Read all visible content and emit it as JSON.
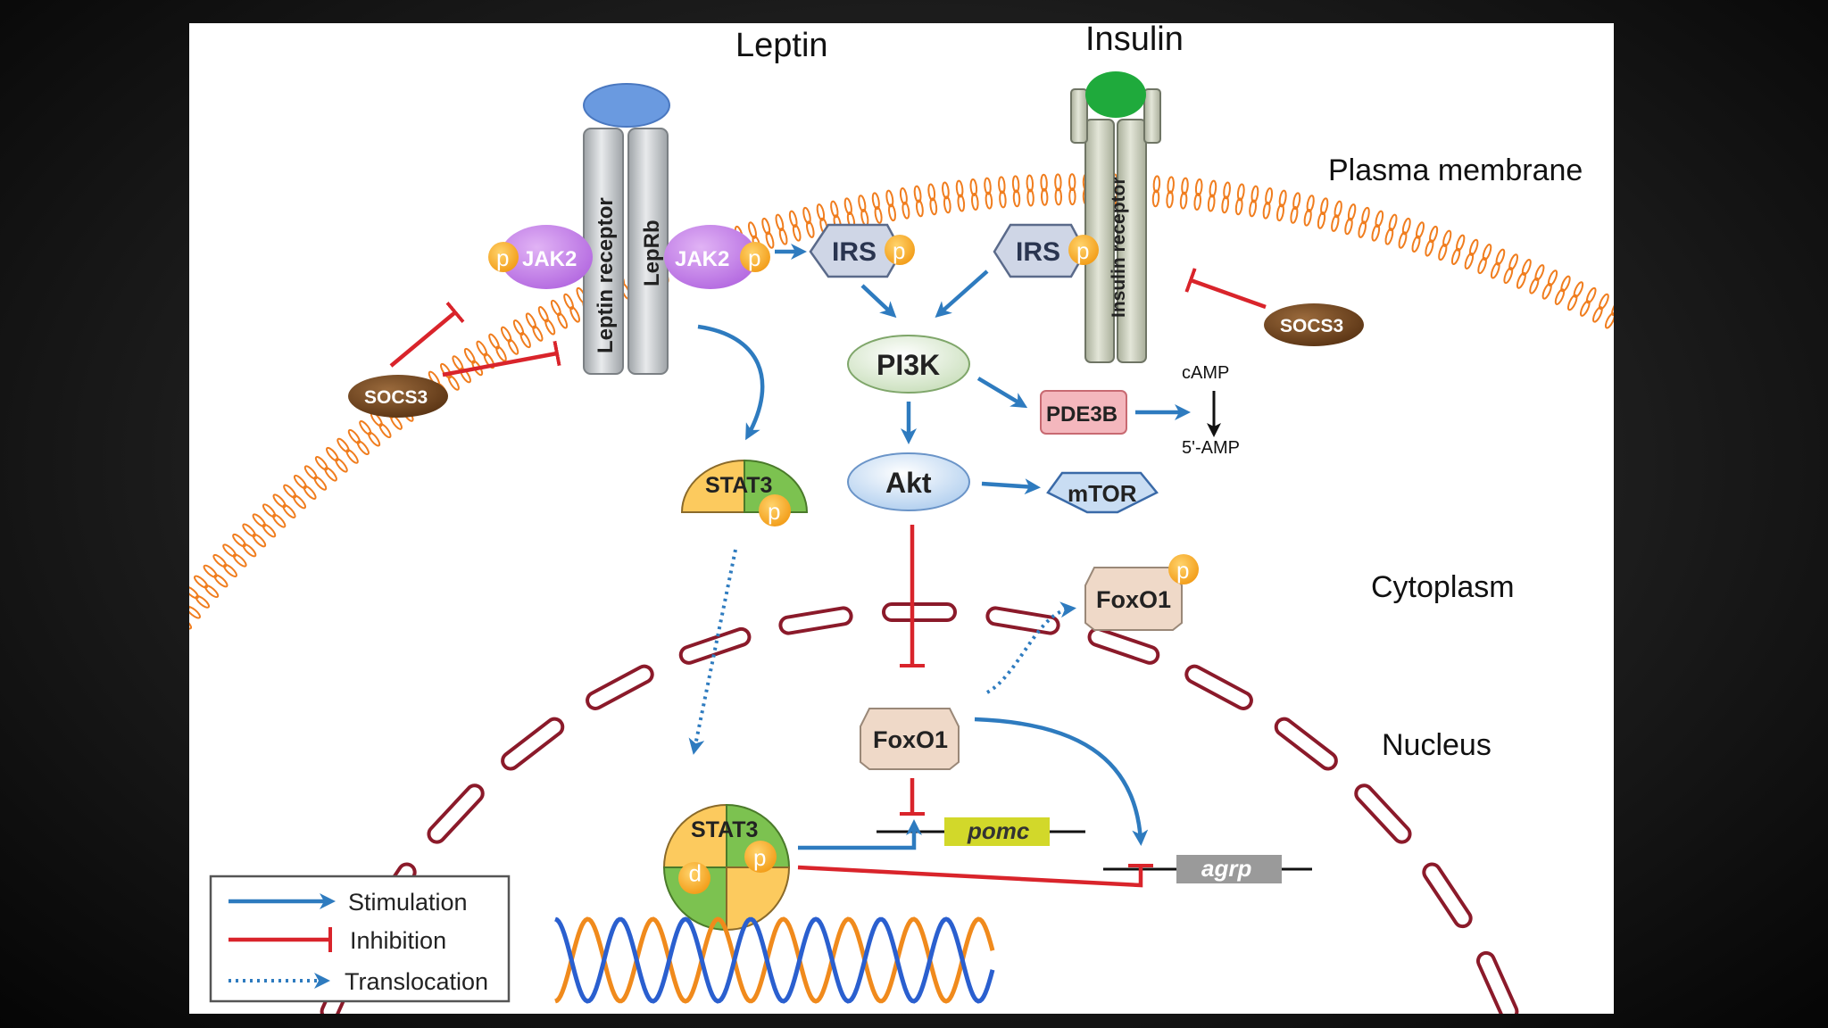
{
  "labels": {
    "leptin": "Leptin",
    "insulin": "Insulin",
    "plasma_membrane": "Plasma membrane",
    "cytoplasm": "Cytoplasm",
    "nucleus": "Nucleus",
    "leptin_receptor": "Leptin receptor",
    "leprb": "LepRb",
    "insulin_receptor": "Insulin receptor",
    "jak2": "JAK2",
    "irs": "IRS",
    "socs3": "SOCS3",
    "pi3k": "PI3K",
    "pde3b": "PDE3B",
    "camp": "cAMP",
    "five_amp": "5'-AMP",
    "akt": "Akt",
    "mtor": "mTOR",
    "stat3": "STAT3",
    "foxo1": "FoxO1",
    "pomc": "pomc",
    "agrp": "agrp",
    "p": "p"
  },
  "legend": {
    "stimulation": "Stimulation",
    "inhibition": "Inhibition",
    "translocation": "Translocation"
  },
  "colors": {
    "stimulation": "#2e7bbf",
    "inhibition": "#d9242b",
    "membrane": "#f07d1e",
    "nuclear_envelope": "#8b1a2a",
    "jak2": "#c77ee8",
    "phospho": "#f5a623",
    "socs3": "#6b3f1c",
    "receptor": "#c9cdd0",
    "pi3k": "#dcebd3",
    "akt": "#c9ddf3",
    "pde3b": "#f4b7bd",
    "foxo1": "#efd9c8",
    "pomc": "#d2d82a",
    "agrp": "#9a9a9a",
    "dna_orange": "#f08a1c",
    "dna_blue": "#2a5fcf"
  }
}
